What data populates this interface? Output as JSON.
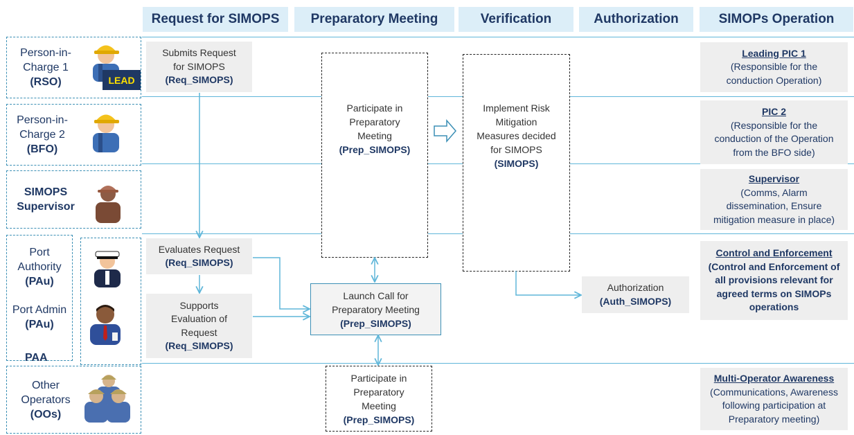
{
  "headers": [
    "Request for SIMOPS",
    "Preparatory Meeting",
    "Verification",
    "Authorization",
    "SIMOPs Operation"
  ],
  "roles": {
    "rso": {
      "line1": "Person-in-",
      "line2": "Charge 1",
      "code": "RSO"
    },
    "bfo": {
      "line1": "Person-in-",
      "line2": "Charge 2",
      "code": "BFO"
    },
    "supervisor": {
      "line1": "SIMOPS",
      "line2": "Supervisor"
    },
    "port_authority": {
      "line1": "Port",
      "line2": "Authority",
      "code": "PAu"
    },
    "port_admin": {
      "line1": "Port Admin",
      "code": "PAu"
    },
    "paa": "PAA",
    "oos": {
      "line1": "Other",
      "line2": "Operators",
      "code": "OOs"
    }
  },
  "lead_badge": "LEAD",
  "activities": {
    "submit": {
      "line1": "Submits Request",
      "line2": "for SIMOPS",
      "code": "(Req_SIMOPS)"
    },
    "evaluate": {
      "line1": "Evaluates Request",
      "code": "(Req_SIMOPS)"
    },
    "support": {
      "line1": "Supports",
      "line2": "Evaluation of",
      "line3": "Request",
      "code": "(Req_SIMOPS)"
    },
    "participate_main": {
      "line1": "Participate in",
      "line2": "Preparatory",
      "line3": "Meeting",
      "code": "(Prep_SIMOPS)"
    },
    "launch": {
      "line1": "Launch Call for",
      "line2": "Preparatory Meeting",
      "code": "(Prep_SIMOPS)"
    },
    "participate_oo": {
      "line1": "Participate in",
      "line2": "Preparatory",
      "line3": "Meeting",
      "code": "(Prep_SIMOPS)"
    },
    "implement": {
      "line1": "Implement Risk",
      "line2": "Mitigation",
      "line3": "Measures decided",
      "line4": "for SIMOPS",
      "code": "(SIMOPS)"
    },
    "authorization": {
      "line1": "Authorization",
      "code": "(Auth_SIMOPS)"
    }
  },
  "responsibilities": [
    {
      "title": "Leading PIC 1",
      "lines": [
        "(Responsible for the",
        "conduction Operation)"
      ]
    },
    {
      "title": "PIC 2",
      "lines": [
        "(Responsible for the",
        "conduction of the Operation",
        "from the BFO side)"
      ]
    },
    {
      "title": "Supervisor",
      "lines": [
        "(Comms, Alarm",
        "dissemination, Ensure",
        "mitigation measure in place)"
      ]
    },
    {
      "title": "Control and Enforcement",
      "lines": [
        "(Control and Enforcement of",
        "all provisions relevant for",
        "agreed terms on SIMOPs",
        "operations"
      ]
    },
    {
      "title": "Multi-Operator Awareness",
      "lines": [
        "(Communications, Awareness",
        "following participation at",
        "Preparatory meeting)"
      ]
    }
  ],
  "icons": [
    "worker-hardhat-icon",
    "worker-hardhat-icon",
    "supervisor-icon",
    "port-officer-icon",
    "port-admin-icon",
    "operators-group-icon"
  ],
  "colors": {
    "header_bg": "#dceef8",
    "text": "#1f3864",
    "lane_line": "#5fb6d9",
    "activity_bg": "#eeeeee",
    "lead_bg": "#1f3864",
    "lead_text": "#ffe000"
  }
}
